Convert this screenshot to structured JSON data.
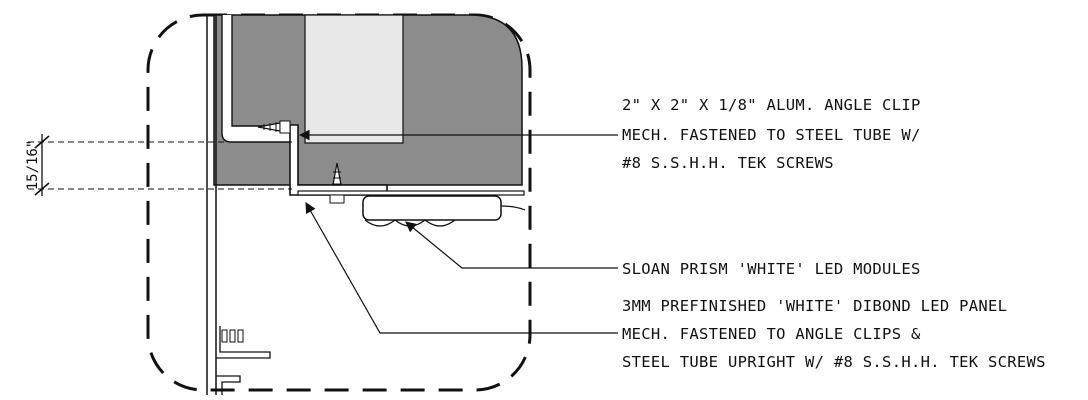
{
  "dimension": {
    "label": "15/16\""
  },
  "callouts": [
    {
      "id": "angle-clip",
      "lines": [
        "2\" X 2\" X 1/8\" ALUM. ANGLE CLIP",
        "MECH. FASTENED TO STEEL TUBE W/",
        "#8 S.S.H.H. TEK SCREWS"
      ]
    },
    {
      "id": "led-modules",
      "lines": [
        "SLOAN PRISM 'WHITE' LED MODULES"
      ]
    },
    {
      "id": "dibond-panel",
      "lines": [
        "3MM PREFINISHED 'WHITE' DIBOND LED PANEL",
        "MECH. FASTENED TO ANGLE CLIPS &",
        "STEEL TUBE UPRIGHT W/ #8 S.S.H.H. TEK SCREWS"
      ]
    }
  ],
  "colors": {
    "tube_fill": "#8c8c8c",
    "plate_fill": "#e8e8e8",
    "line": "#111111"
  }
}
